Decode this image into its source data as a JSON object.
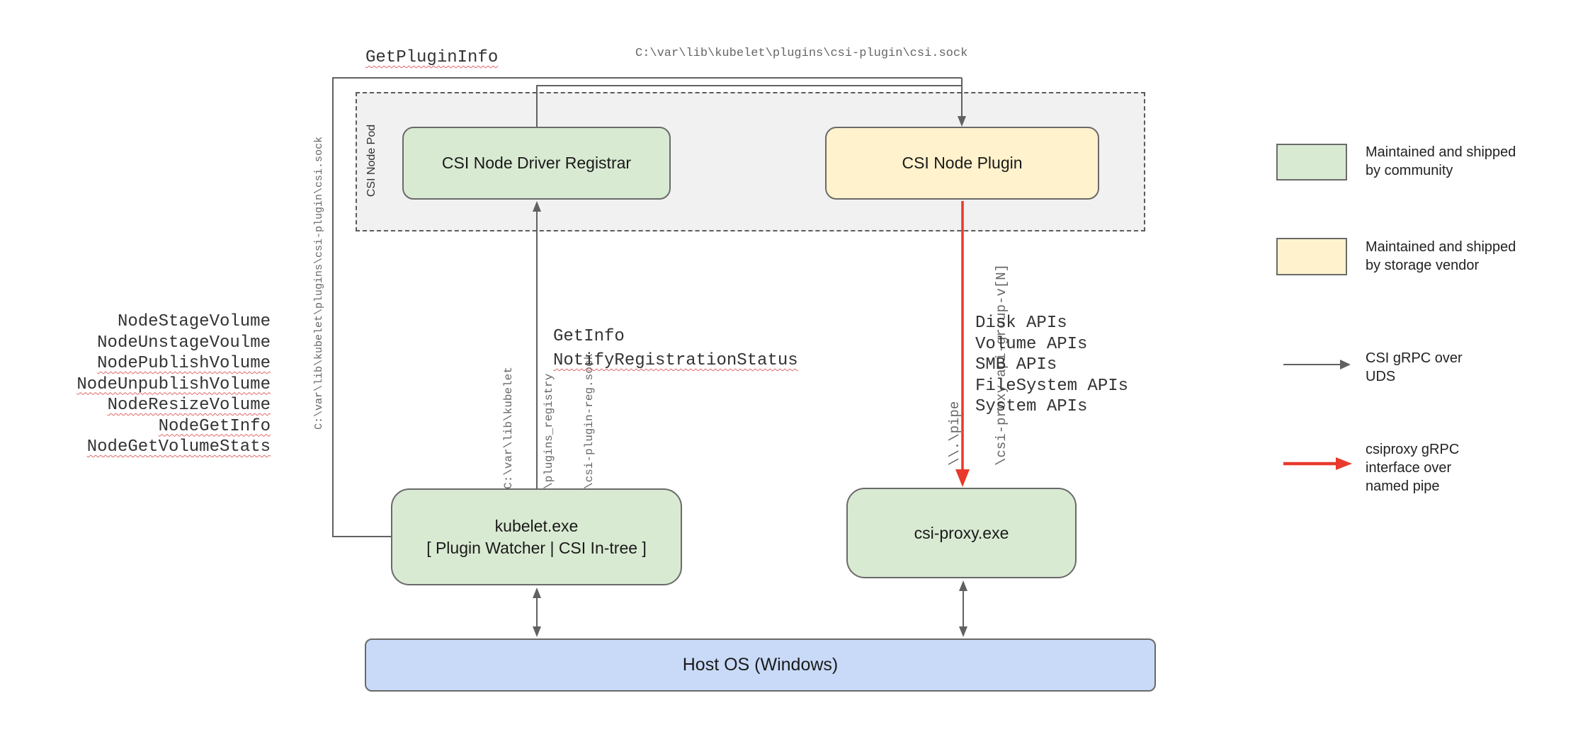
{
  "colors": {
    "community-green": "#d9ead3",
    "vendor-yellow": "#fff2cc",
    "host-blue": "#c9daf8",
    "pod-gray": "#f1f1f1",
    "line-gray": "#616161",
    "pipe-red": "#e8392b",
    "squiggle-red": "#e06666",
    "path-text-gray": "#666666"
  },
  "nodes": {
    "pod_label": "CSI Node Pod",
    "registrar_label": "CSI Node Driver Registrar",
    "plugin_label": "CSI Node Plugin",
    "kubelet_label_line1": "kubelet.exe",
    "kubelet_label_line2": "[ Plugin Watcher | CSI In-tree ]",
    "csi_proxy_label": "csi-proxy.exe",
    "host_os_label": "Host OS (Windows)"
  },
  "annotations": {
    "get_plugin_info": "GetPluginInfo",
    "csi_sock_path_top": "C:\\var\\lib\\kubelet\\plugins\\csi-plugin\\csi.sock",
    "csi_sock_path_left": "C:\\var\\lib\\kubelet\\plugins\\csi-plugin\\csi.sock",
    "node_rpc_calls": [
      "NodeStageVolume",
      "NodeUnstageVoulme",
      "NodePublishVolume",
      "NodeUnpublishVolume",
      "NodeResizeVolume",
      "NodeGetInfo",
      "NodeGetVolumeStats"
    ],
    "get_info": "GetInfo",
    "notify_registration_status": "NotifyRegistrationStatus",
    "registry_path_line1": "C:\\var\\lib\\kubelet",
    "registry_path_line2": "\\plugins_registry",
    "registry_path_line3": "\\csi-plugin-reg.sock",
    "pipe_path_line1": "\\\\.\\pipe",
    "pipe_path_line2": "\\csi-proxy-api-group-v[N]",
    "proxy_api_calls": [
      "Disk APIs",
      "Volume APIs",
      "SMB APIs",
      "FileSystem APIs",
      "System APIs"
    ]
  },
  "legend": {
    "items": [
      {
        "line1": "Maintained and shipped",
        "line2": "by community"
      },
      {
        "line1": "Maintained and shipped",
        "line2": "by storage vendor"
      },
      {
        "line1": "CSI gRPC over",
        "line2": "UDS"
      },
      {
        "line1": "csiproxy gRPC",
        "line2": "interface over",
        "line3": "named pipe"
      }
    ]
  }
}
